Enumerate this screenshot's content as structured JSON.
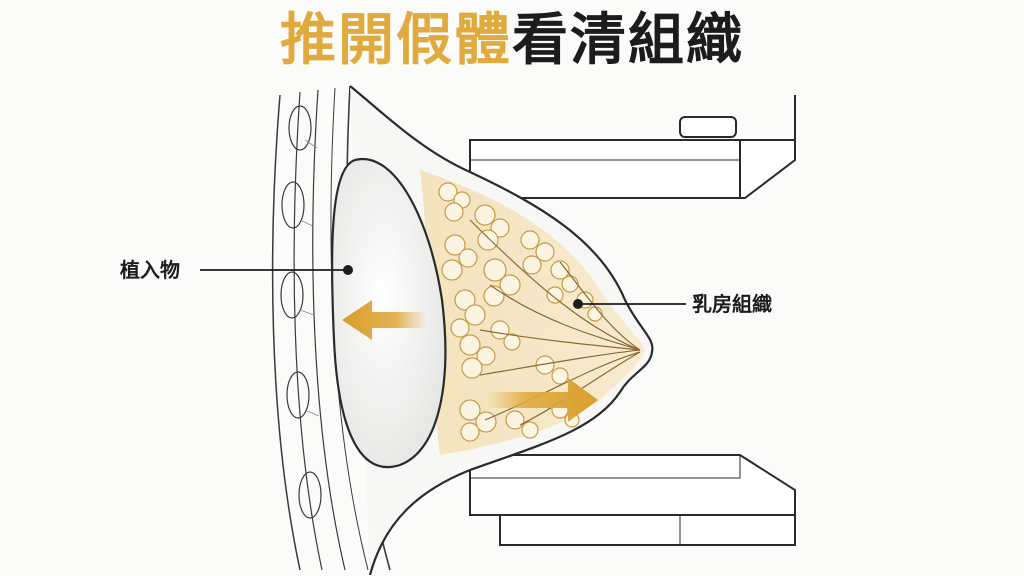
{
  "title": {
    "part1": "推開假體",
    "part2": "看清組織",
    "part1_color": "#e0aa3e",
    "part2_color": "#1c1c1c"
  },
  "labels": {
    "implant": "植入物",
    "tissue": "乳房組織"
  },
  "colors": {
    "arrow": "#e0aa3e",
    "gland": "#f2dcaa",
    "line": "#2a2a2a"
  },
  "icons": [
    "arrow-left-icon",
    "arrow-right-icon",
    "compression-paddle-icon",
    "implant-shape",
    "chest-wall-shape"
  ]
}
